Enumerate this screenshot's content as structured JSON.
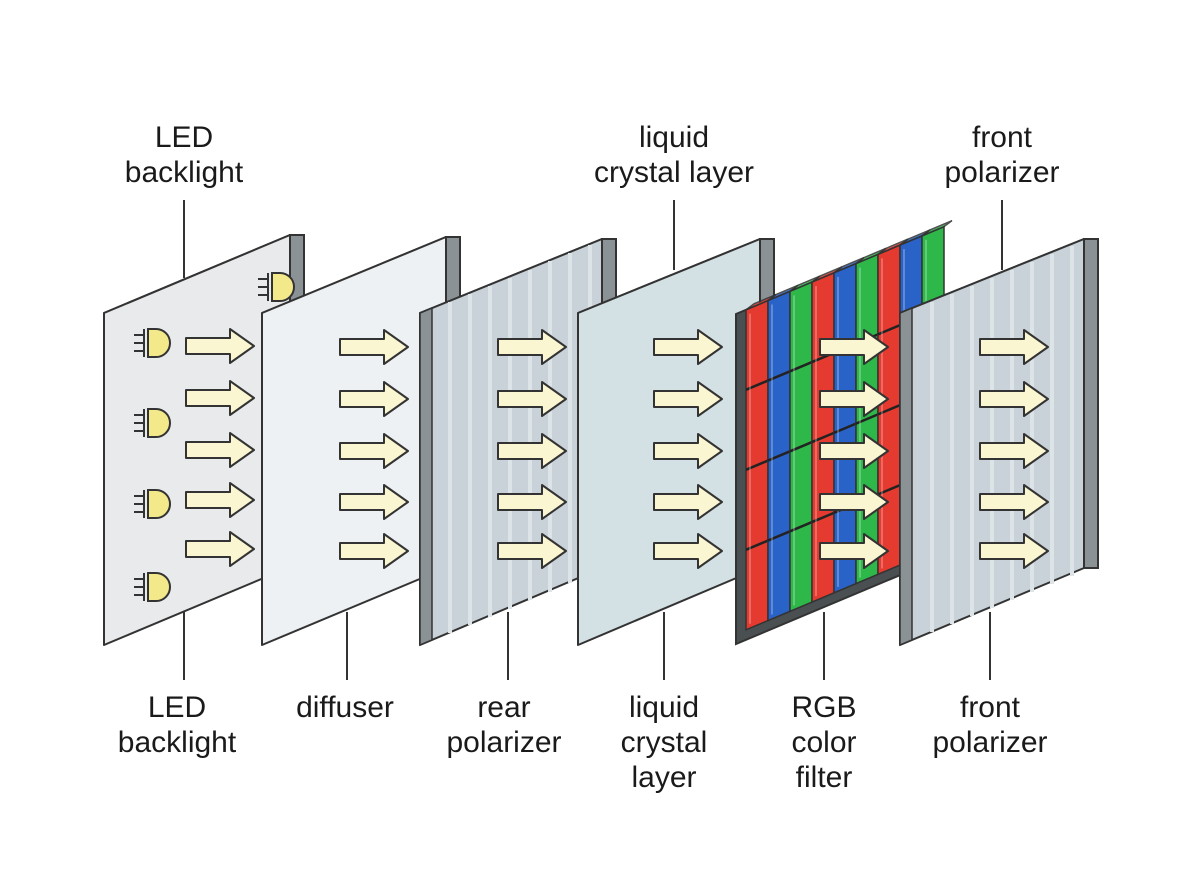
{
  "top_labels": [
    {
      "line1": "LED",
      "line2": "backlight"
    },
    {
      "line1": "liquid",
      "line2": "crystal layer"
    },
    {
      "line1": "front",
      "line2": "polarizer"
    }
  ],
  "bottom_labels": [
    {
      "line1": "LED",
      "line2": "backlight"
    },
    {
      "line1": "diffuser",
      "line2": ""
    },
    {
      "line1": "rear",
      "line2": "polarizer"
    },
    {
      "line1": "liquid",
      "line2": "crystal",
      "line3": "layer"
    },
    {
      "line1": "RGB",
      "line2": "color",
      "line3": "filter"
    },
    {
      "line1": "front",
      "line2": "polarizer"
    }
  ],
  "colors": {
    "outline": "#333333",
    "backlight_face": "#e8eaec",
    "diffuser_face": "#edf1f3",
    "polarizer_face": "#c9d2d8",
    "polarizer_stripe": "#dde4e8",
    "lc_face": "#d3e0e4",
    "edge": "#8a9296",
    "arrow_fill": "#fbf6d2",
    "led_fill": "#f4e98a",
    "red": "#e53a2f",
    "green": "#2fb84a",
    "blue": "#2a63c8"
  }
}
